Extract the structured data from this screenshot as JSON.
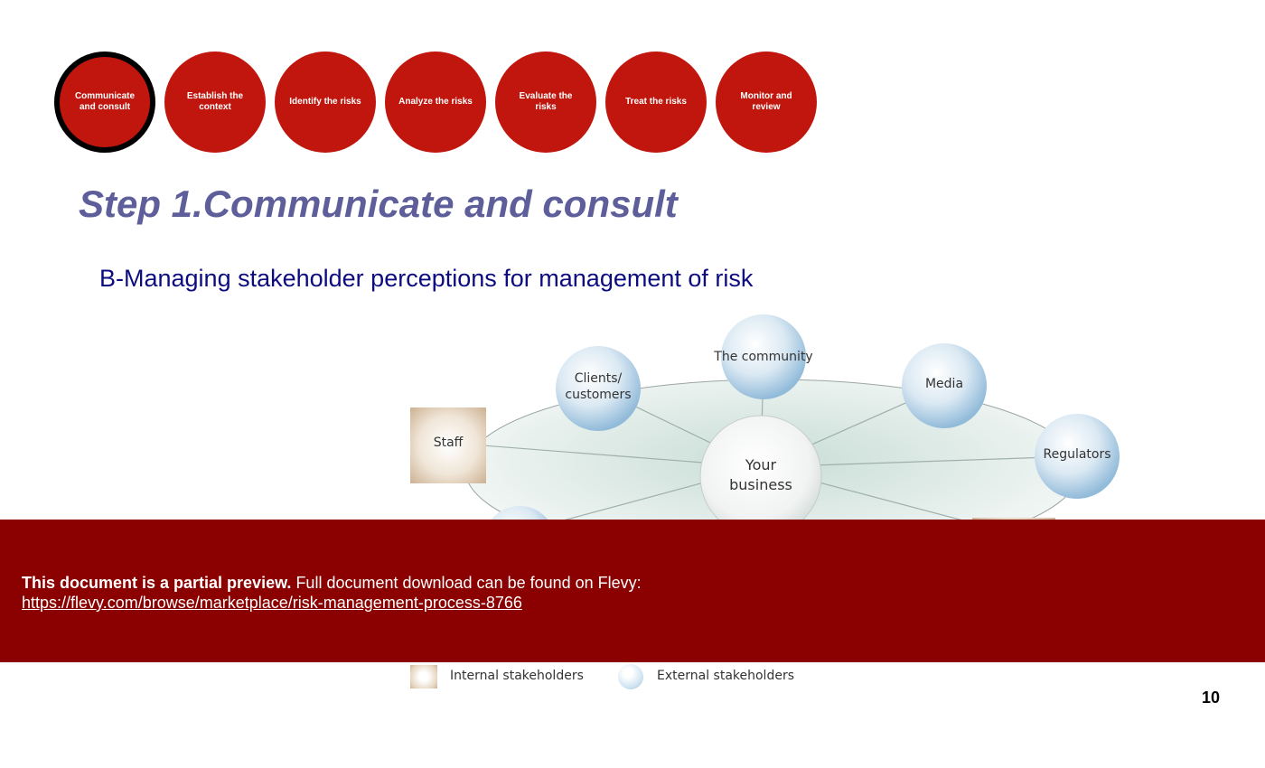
{
  "process_steps": [
    {
      "label": "Communicate and consult",
      "active": true
    },
    {
      "label": "Establish the context",
      "active": false
    },
    {
      "label": "Identify the risks",
      "active": false
    },
    {
      "label": "Analyze the risks",
      "active": false
    },
    {
      "label": "Evaluate the risks",
      "active": false
    },
    {
      "label": "Treat the risks",
      "active": false
    },
    {
      "label": "Monitor and review",
      "active": false
    }
  ],
  "title": "Step 1.Communicate and consult",
  "subtitle": "B-Managing stakeholder perceptions for management of risk",
  "diagram": {
    "center": "Your business",
    "nodes": {
      "community": "The community",
      "clients": "Clients/ customers",
      "media": "Media",
      "staff": "Staff",
      "regulators": "Regulators"
    }
  },
  "legend": {
    "internal": "Internal stakeholders",
    "external": "External stakeholders"
  },
  "preview_banner": {
    "bold_text": "This document is a partial preview.",
    "text": "Full document download can be found on Flevy:",
    "link": "https://flevy.com/browse/marketplace/risk-management-process-8766"
  },
  "page_number": "10",
  "colors": {
    "step_red": "#c0160d",
    "banner_red": "#8b0000",
    "title_purple": "#5e5f9a",
    "subtitle_navy": "#0c0c80"
  }
}
